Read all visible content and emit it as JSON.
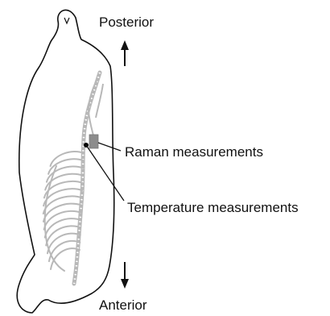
{
  "labels": {
    "posterior": "Posterior",
    "anterior": "Anterior",
    "raman": "Raman measurements",
    "temperature": "Temperature measurements"
  },
  "colors": {
    "outline": "#111111",
    "skeleton": "#b8b8b8",
    "raman_patch": "#8c8c8c",
    "temperature_point": "#000000",
    "background": "#ffffff"
  }
}
